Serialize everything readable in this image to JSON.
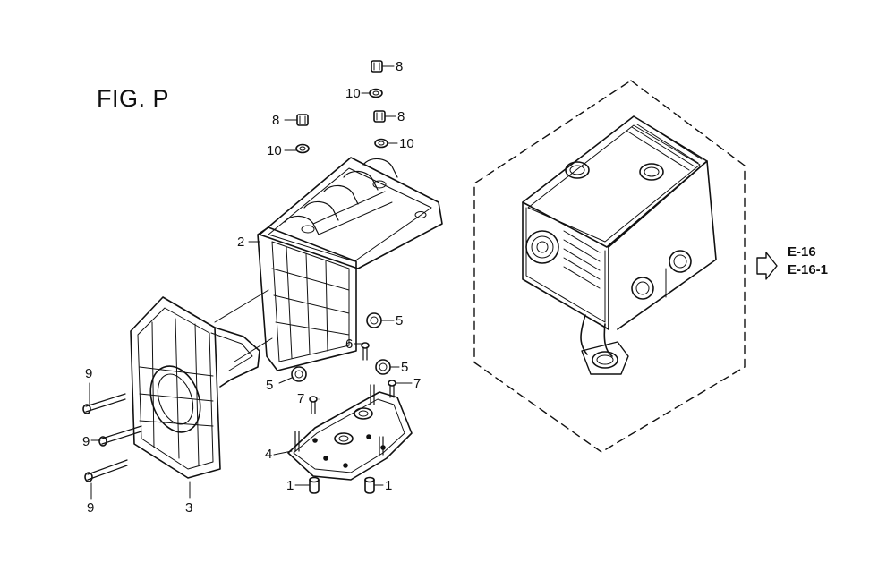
{
  "figure": {
    "title": "FIG. P"
  },
  "references": [
    {
      "code": "E-16"
    },
    {
      "code": "E-16-1"
    }
  ],
  "callouts": {
    "c1": "1",
    "c2": "2",
    "c3": "3",
    "c4": "4",
    "c5": "5",
    "c6": "6",
    "c7": "7",
    "c8": "8",
    "c9": "9",
    "c10": "10"
  }
}
